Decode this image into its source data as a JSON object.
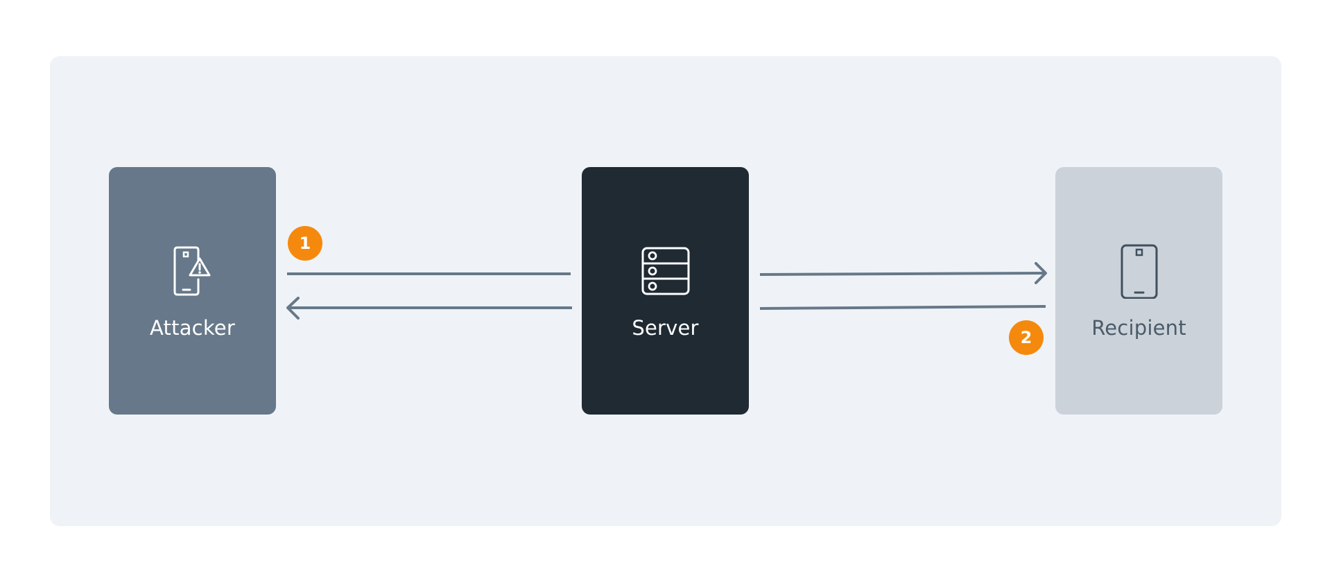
{
  "nodes": {
    "attacker": {
      "label": "Attacker",
      "icon": "phone-warning-icon"
    },
    "server": {
      "label": "Server",
      "icon": "server-icon"
    },
    "recipient": {
      "label": "Recipient",
      "icon": "phone-icon"
    }
  },
  "steps": [
    {
      "number": "1"
    },
    {
      "number": "2"
    }
  ],
  "colors": {
    "panel": "#eff3f7",
    "attacker": "#667889",
    "server": "#1f2a33",
    "recipient": "#cbd2da",
    "arrow": "#667889",
    "badge": "#f5890e"
  }
}
